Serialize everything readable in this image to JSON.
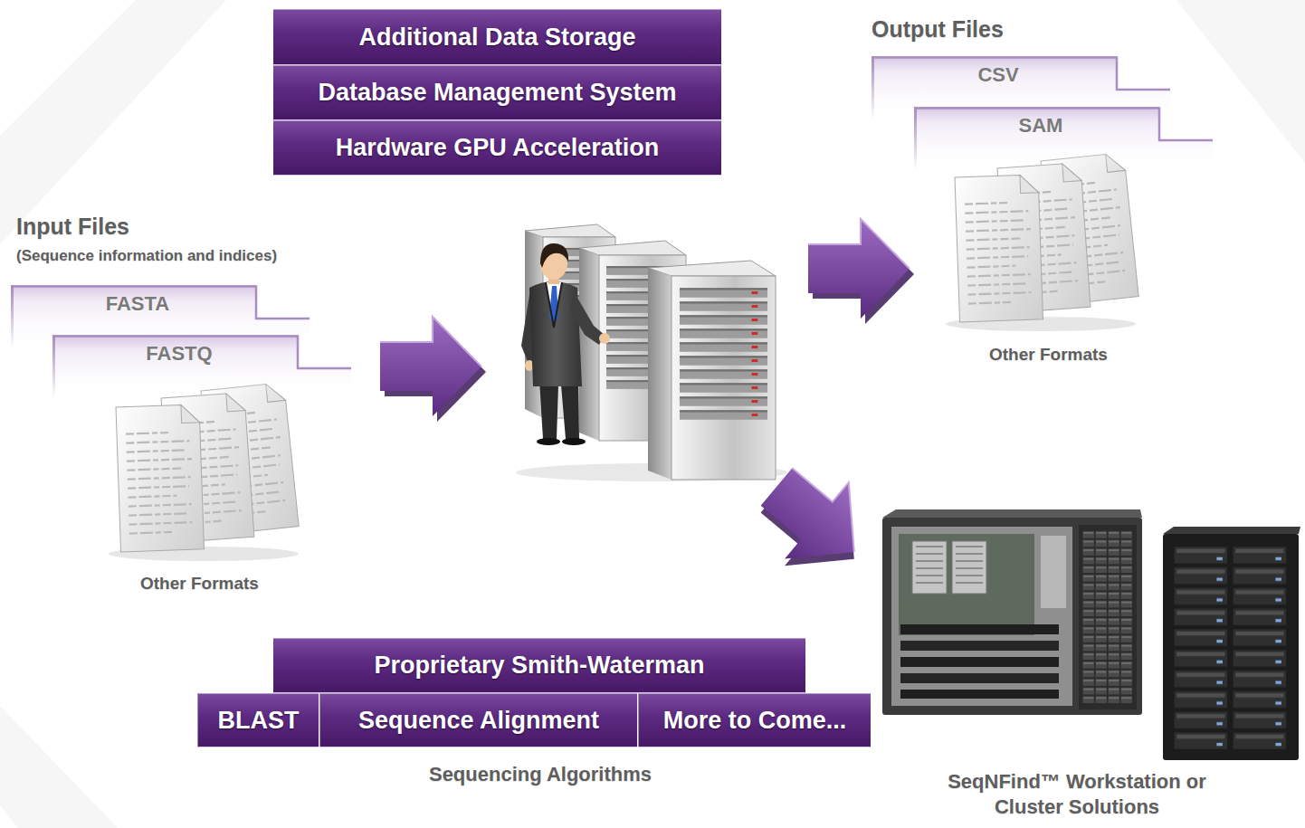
{
  "diagram": {
    "nodes": [
      {
        "text": [
          "Additional Data Storage"
        ]
      },
      {
        "text": [
          "Database Management System"
        ]
      },
      {
        "text": [
          "Hardware GPU Acceleration"
        ]
      },
      {
        "text": [
          "Input Files",
          "(Sequence information and indices)",
          "Other Formats"
        ]
      },
      {
        "text": [
          "FASTA"
        ],
        "in": 3
      },
      {
        "text": [
          "FASTQ"
        ],
        "in": 3
      },
      {
        "text": [
          "Output Files",
          "Other Formats"
        ]
      },
      {
        "text": [
          "CSV"
        ],
        "in": 6
      },
      {
        "text": [
          "SAM"
        ],
        "in": 6
      },
      {
        "text": [
          "Proprietary Smith-Waterman"
        ]
      },
      {
        "text": [
          "BLAST"
        ]
      },
      {
        "text": [
          "Sequence Alignment"
        ]
      },
      {
        "text": [
          "More to Come..."
        ]
      }
    ],
    "labels": [
      "Sequencing Algorithms",
      "SeqNFind™ Workstation or Cluster Solutions"
    ]
  }
}
